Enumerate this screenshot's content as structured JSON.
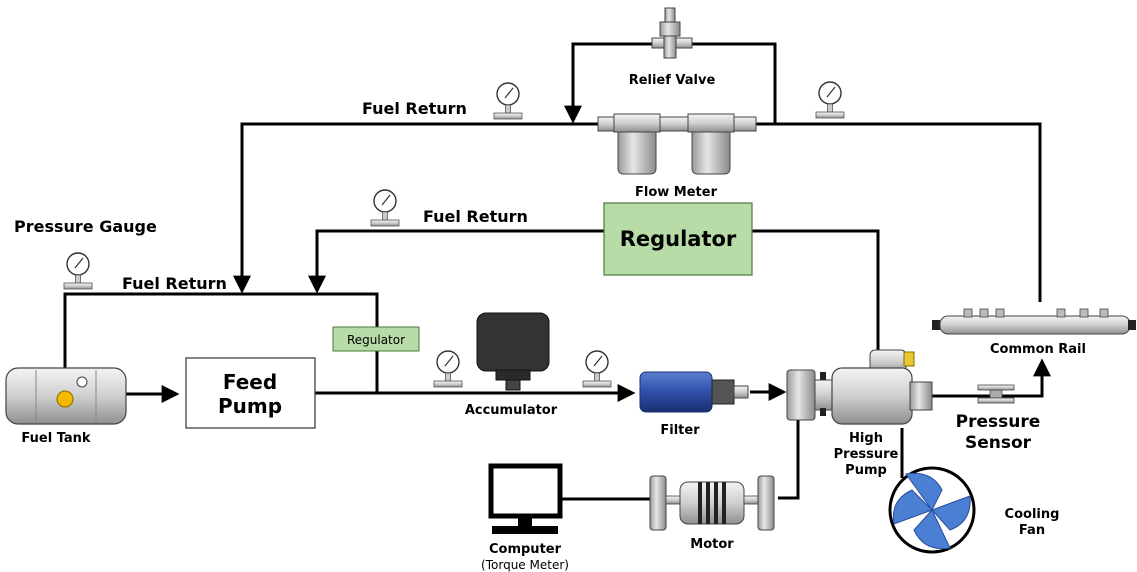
{
  "labels": {
    "relief_valve": "Relief Valve",
    "fuel_return_top": "Fuel Return",
    "fuel_return_mid": "Fuel Return",
    "fuel_return_low": "Fuel Return",
    "pressure_gauge": "Pressure Gauge",
    "flow_meter": "Flow Meter",
    "regulator_main": "Regulator",
    "regulator_small": "Regulator",
    "common_rail": "Common Rail",
    "feed_pump_line1": "Feed",
    "feed_pump_line2": "Pump",
    "fuel_tank": "Fuel Tank",
    "accumulator": "Accumulator",
    "filter": "Filter",
    "pressure_sensor_line1": "Pressure",
    "pressure_sensor_line2": "Sensor",
    "hp_pump_line1": "High",
    "hp_pump_line2": "Pressure",
    "hp_pump_line3": "Pump",
    "cooling_fan_line1": "Cooling",
    "cooling_fan_line2": "Fan",
    "computer_line1": "Computer",
    "computer_line2": "(Torque Meter)",
    "motor": "Motor"
  },
  "colors": {
    "line": "#000000",
    "regulator_fill": "#b8dca8",
    "regulator_stroke": "#4a7a3a",
    "filter_blue": "#2f4fa8",
    "fan_blue": "#4a7fd4",
    "metal": "#d8d8d8",
    "tank_port": "#f5b800",
    "accumulator": "#333333"
  }
}
